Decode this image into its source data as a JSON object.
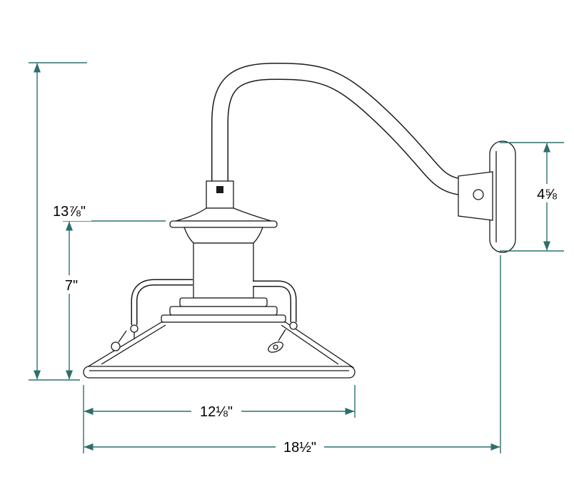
{
  "colors": {
    "outline": "#1a1a1a",
    "dimension": "#2e6e6e",
    "text": "#000000",
    "background": "#ffffff"
  },
  "drawing": {
    "description": "Gooseneck wall-mounted barn light fixture dimension drawing",
    "dimensions": {
      "overall_height": {
        "label": "13⅞\""
      },
      "fixture_height": {
        "label": "7\""
      },
      "backplate_height": {
        "label": "4⅝"
      },
      "shade_diameter": {
        "label": "12⅛\""
      },
      "overall_projection": {
        "label": "18½\""
      }
    }
  }
}
